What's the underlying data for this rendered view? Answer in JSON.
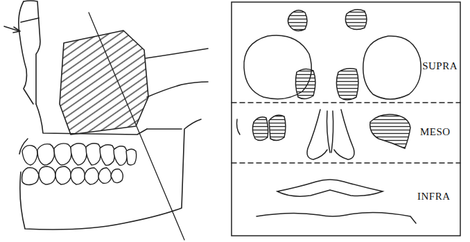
{
  "diagram": {
    "labels": [
      "SUPRA",
      "MESO",
      "INFRA"
    ]
  }
}
